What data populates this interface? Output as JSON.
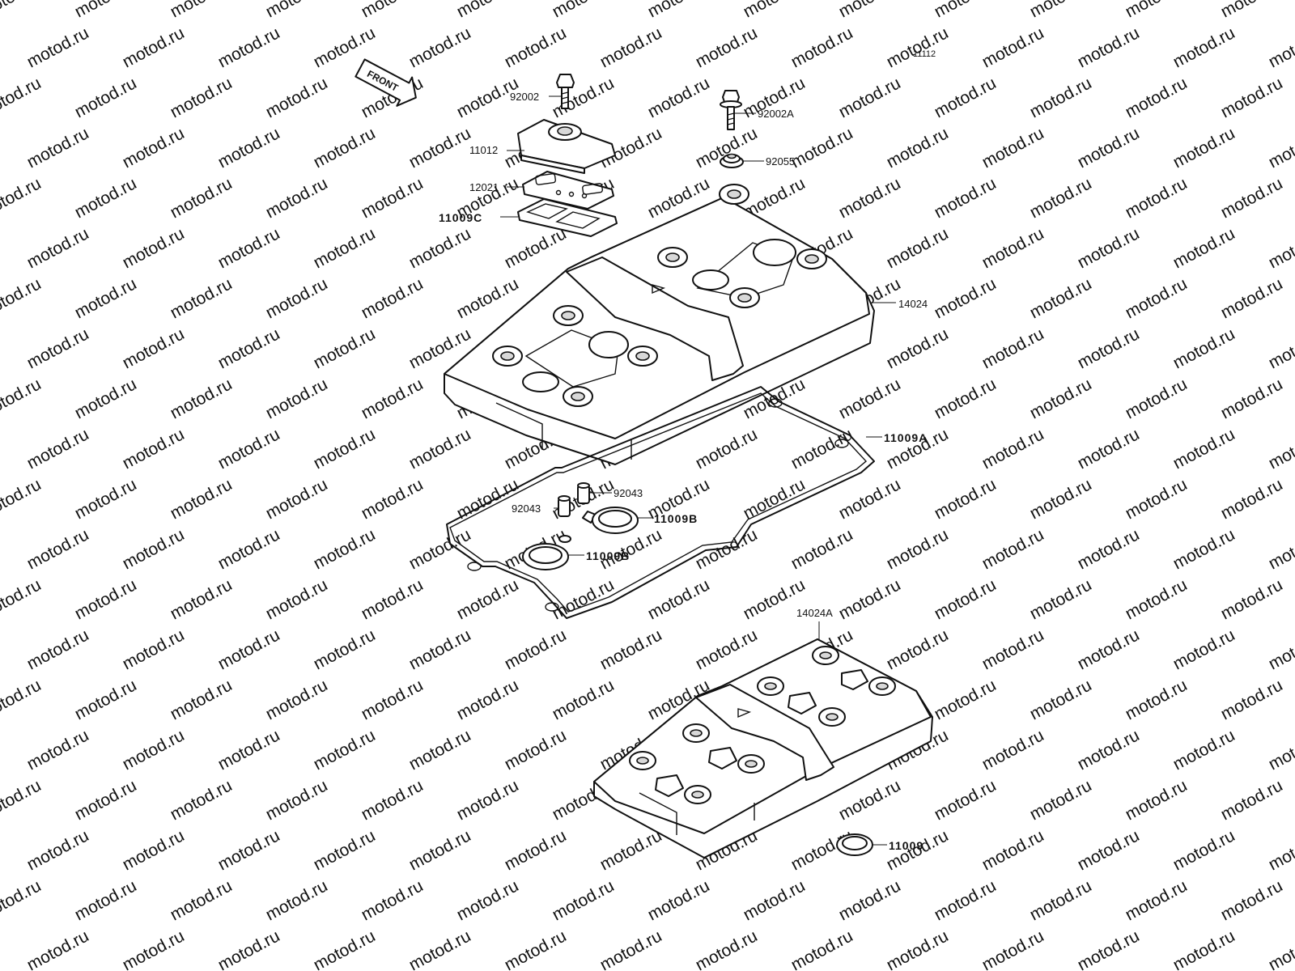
{
  "watermark": "motod.ru",
  "figure_code": "11112",
  "front_label": "FRONT",
  "parts": {
    "p92002": "92002",
    "p92002A": "92002A",
    "p92055": "92055",
    "p11012": "11012",
    "p12021": "12021",
    "p11009C": "11009C",
    "p14024": "14024",
    "p11009A": "11009A",
    "p92043_a": "92043",
    "p92043_b": "92043",
    "p11009B_a": "11009B",
    "p11009B_b": "11009B",
    "p14024A": "14024A",
    "p11009": "11009"
  },
  "colors": {
    "ink": "#111111",
    "watermark": "#d9d9d9",
    "background": "#ffffff"
  }
}
